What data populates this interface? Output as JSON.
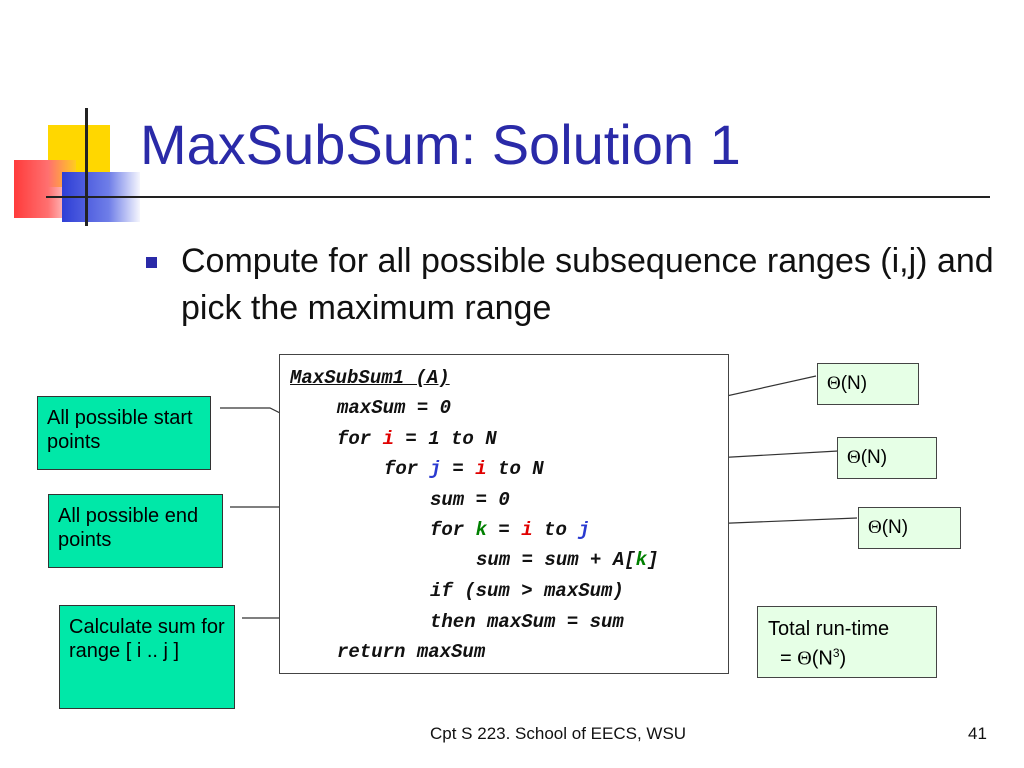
{
  "title": "MaxSubSum: Solution 1",
  "bullet": "Compute for all possible subsequence ranges (i,j) and pick the maximum range",
  "code": {
    "line1": "MaxSubSum1 (A)",
    "line2": "maxSum = 0",
    "line3_a": "for ",
    "line3_var": "i",
    "line3_b": " = 1 to N",
    "line4_a": "for ",
    "line4_var1": "j",
    "line4_b": " = ",
    "line4_var2": "i",
    "line4_c": " to N",
    "line5": "sum = 0",
    "line6_a": "for ",
    "line6_var1": "k",
    "line6_b": " = ",
    "line6_var2": "i",
    "line6_c": " to ",
    "line6_var3": "j",
    "line7_a": "sum = sum + A[",
    "line7_var": "k",
    "line7_b": "]",
    "line8": "if (sum > maxSum)",
    "line9": "then maxSum = sum",
    "line10": "return maxSum"
  },
  "callouts": {
    "start": "All possible start points",
    "end": "All possible end points",
    "calc": "Calculate sum for range [ i .. j ]"
  },
  "complexity": {
    "theta_symbol": "Θ",
    "outer": "(N)",
    "middle": "(N)",
    "inner": "(N)"
  },
  "total": {
    "line1": "Total run-time",
    "prefix": "= ",
    "symbol": "Θ",
    "base": "(N",
    "exponent": "3",
    "suffix": ")"
  },
  "footer": "Cpt S 223. School of EECS, WSU",
  "page_number": "41"
}
